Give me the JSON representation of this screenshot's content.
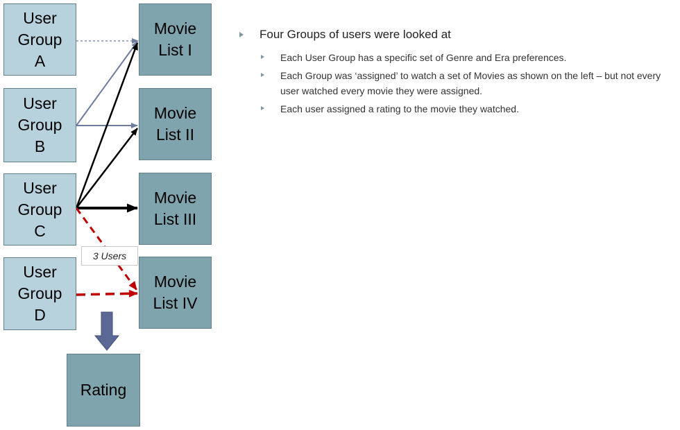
{
  "user_groups": [
    {
      "id": "A",
      "label": "User\nGroup\nA"
    },
    {
      "id": "B",
      "label": "User\nGroup\nB"
    },
    {
      "id": "C",
      "label": "User\nGroup\nC"
    },
    {
      "id": "D",
      "label": "User\nGroup\nD"
    }
  ],
  "movie_lists": [
    {
      "id": "I",
      "label": "Movie\nList I"
    },
    {
      "id": "II",
      "label": "Movie\nList II"
    },
    {
      "id": "III",
      "label": "Movie\nList III"
    },
    {
      "id": "IV",
      "label": "Movie\nList IV"
    }
  ],
  "rating": {
    "label": "Rating"
  },
  "callout": {
    "label": "3 Users"
  },
  "notes": {
    "heading": "Four Groups of users were looked at",
    "items": [
      "Each User Group has a specific set of Genre and Era preferences.",
      "Each Group was ‘assigned’ to watch a set of Movies as shown on the left – but not every user watched every movie they were assigned.",
      "Each user assigned a rating to the movie they watched."
    ]
  },
  "colors": {
    "user_fill": "#b8d2dd",
    "movie_fill": "#7fa4ad",
    "arrow_gray": "#6e7d9e",
    "arrow_black": "#000000",
    "arrow_red": "#c00000",
    "down_arrow": "#5b6896"
  }
}
